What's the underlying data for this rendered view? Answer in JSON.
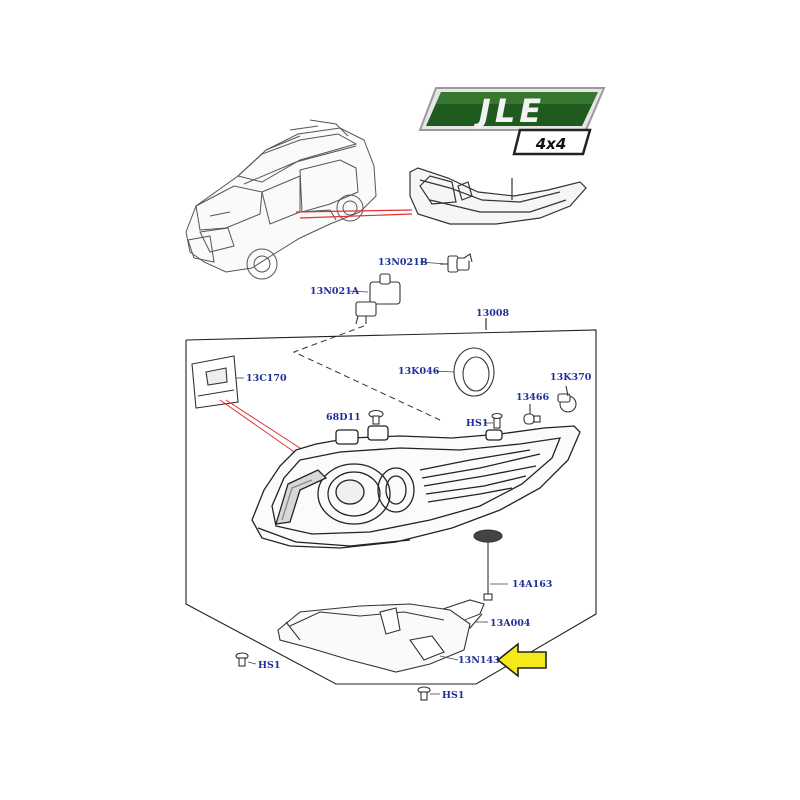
{
  "logo": {
    "brand": "JLE",
    "badge": "4x4"
  },
  "labels": {
    "bulb_b": "13N021B",
    "bulb_a": "13N021A",
    "headlamp_assembly": "13008",
    "cover_cap": "13K046",
    "module": "13C170",
    "socket": "13K370",
    "side_bulb": "13466",
    "fastener_top": "68D11",
    "screw_hs1_top": "HS1",
    "gasket_stud": "14A163",
    "bracket": "13A004",
    "lower_cover": "13N143",
    "screw_hs1_left": "HS1",
    "screw_hs1_bottom": "HS1"
  },
  "colors": {
    "label": "#1f2f9a",
    "leader_red": "#e03030",
    "arrow_fill": "#f4ea1a",
    "logo_green": "#1f5a1f",
    "line": "#222222"
  },
  "icons": {
    "callout_arrow": "yellow-arrow-icon"
  }
}
